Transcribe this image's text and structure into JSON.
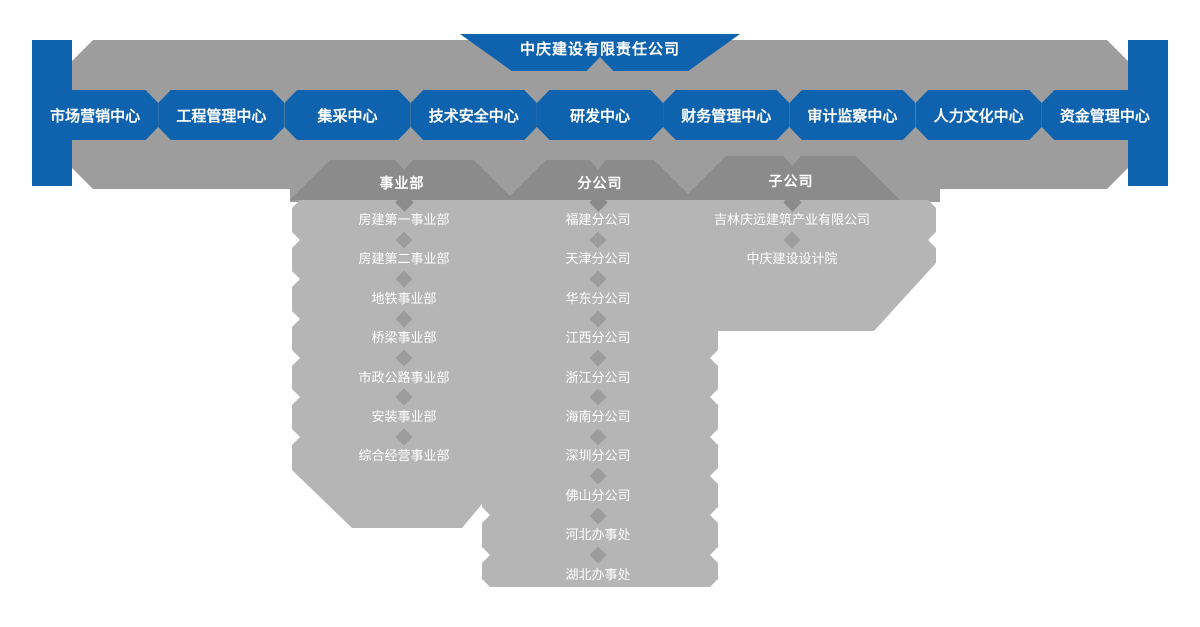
{
  "title": "中庆建设有限责任公司",
  "departments": [
    "市场营销中心",
    "工程管理中心",
    "集采中心",
    "技术安全中心",
    "研发中心",
    "财务管理中心",
    "审计监察中心",
    "人力文化中心",
    "资金管理中心"
  ],
  "columns": [
    {
      "header": "事业部",
      "items": [
        "房建第一事业部",
        "房建第二事业部",
        "地铁事业部",
        "桥梁事业部",
        "市政公路事业部",
        "安装事业部",
        "综合经营事业部"
      ]
    },
    {
      "header": "分公司",
      "items": [
        "福建分公司",
        "天津分公司",
        "华东分公司",
        "江西分公司",
        "浙江分公司",
        "海南分公司",
        "深圳分公司",
        "佛山分公司",
        "河北办事处",
        "湖北办事处"
      ]
    },
    {
      "header": "子公司",
      "items": [
        "吉林庆远建筑产业有限公司",
        "中庆建设设计院"
      ]
    }
  ],
  "colors": {
    "accent_blue": "#0f62ae",
    "backdrop_gray": "#9d9d9d",
    "header_gray": "#8b8b8b",
    "body_gray": "#b5b5b5",
    "text": "#ffffff"
  }
}
